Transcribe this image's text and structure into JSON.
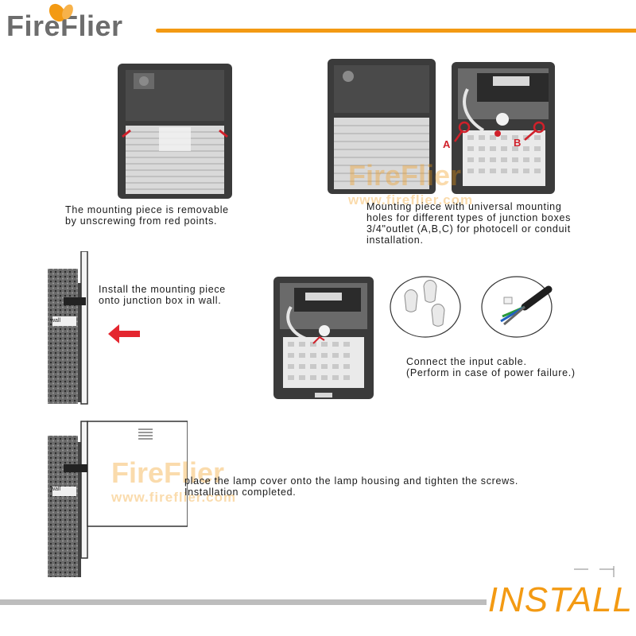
{
  "header": {
    "logo_fire": "Fire",
    "logo_flier": "Flier"
  },
  "footer": {
    "title": "INSTALL"
  },
  "steps": {
    "step1": "The mounting piece is removable\nby unscrewing from red points.",
    "step2": "Mounting piece with universal mounting\nholes for different types of junction boxes\n3/4\"outlet (A,B,C) for photocell or conduit\ninstallation.",
    "step3": "Install the mounting piece\nonto junction box in wall.",
    "step4": "Connect the input cable.\n(Perform in case of power failure.)",
    "step5": "place the lamp cover onto the lamp housing and tighten the screws.\nInstallation completed."
  },
  "labels": {
    "point_a": "A",
    "point_b": "B",
    "wall_1": "wall",
    "wall_2": "wall"
  },
  "watermark": {
    "logo": "FireFlier",
    "url": "www.fireflier.com"
  },
  "colors": {
    "accent": "#f39a13",
    "marker": "#d0202a",
    "rule_gray": "#bdbdbd"
  }
}
